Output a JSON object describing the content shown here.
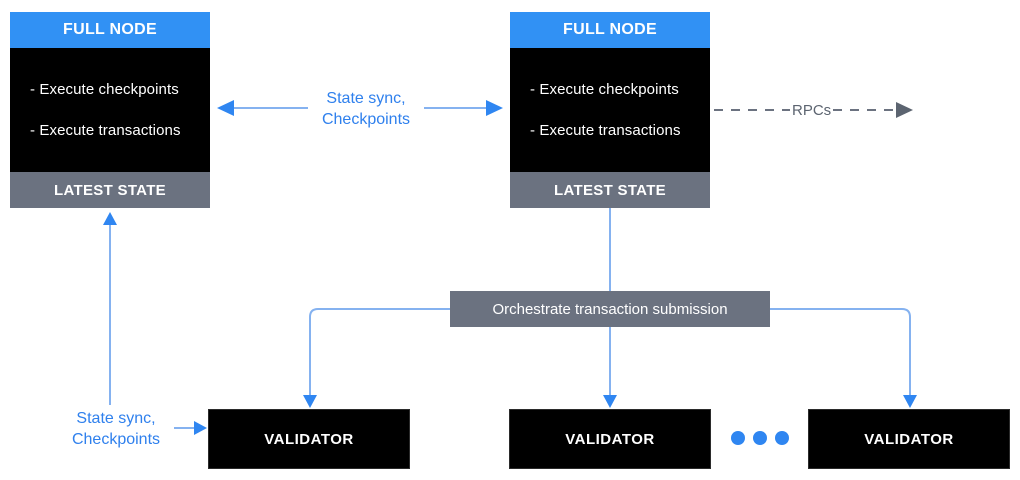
{
  "diagram": {
    "full_nodes": [
      {
        "title": "FULL NODE",
        "items": [
          "- Execute checkpoints",
          "- Execute transactions"
        ],
        "footer": "LATEST STATE"
      },
      {
        "title": "FULL NODE",
        "items": [
          "- Execute checkpoints",
          "- Execute transactions"
        ],
        "footer": "LATEST STATE"
      }
    ],
    "orchestrator_label": "Orchestrate transaction submission",
    "validators": [
      "VALIDATOR",
      "VALIDATOR",
      "VALIDATOR"
    ],
    "labels": {
      "state_sync_top": {
        "line1": "State sync,",
        "line2": "Checkpoints"
      },
      "state_sync_bottom": {
        "line1": "State sync,",
        "line2": "Checkpoints"
      },
      "rpcs": "RPCs"
    },
    "colors": {
      "header_blue": "#3191F4",
      "label_blue": "#2F80ED",
      "arrow_line_blue": "#85B2F0",
      "arrowhead_blue": "#2F86F1",
      "box_gray": "#6B7280",
      "rpc_gray": "#5C6470",
      "box_black": "#000000"
    }
  }
}
